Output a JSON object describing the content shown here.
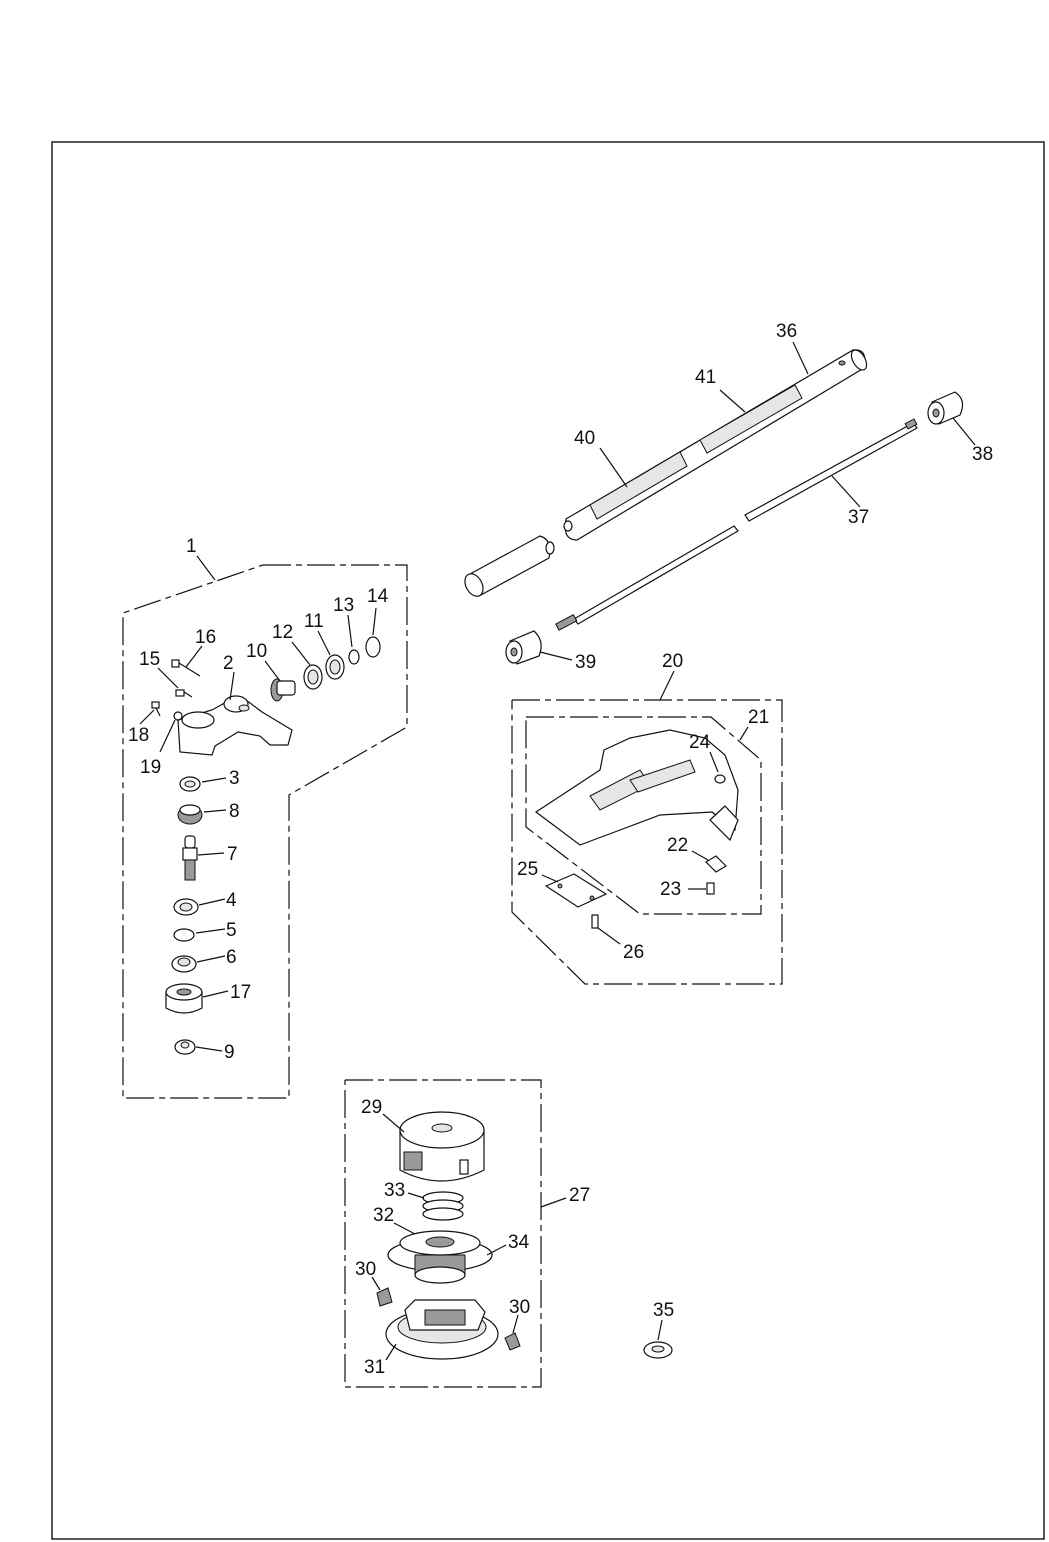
{
  "callouts": {
    "c1": "1",
    "c2": "2",
    "c3": "3",
    "c4": "4",
    "c5": "5",
    "c6": "6",
    "c7": "7",
    "c8": "8",
    "c9": "9",
    "c10": "10",
    "c11": "11",
    "c12": "12",
    "c13": "13",
    "c14": "14",
    "c15": "15",
    "c16": "16",
    "c17": "17",
    "c18": "18",
    "c19": "19",
    "c20": "20",
    "c21": "21",
    "c22": "22",
    "c23": "23",
    "c24": "24",
    "c25": "25",
    "c26": "26",
    "c27": "27",
    "c29": "29",
    "c30a": "30",
    "c30b": "30",
    "c31": "31",
    "c32": "32",
    "c33": "33",
    "c34": "34",
    "c35": "35",
    "c36": "36",
    "c37": "37",
    "c38": "38",
    "c39": "39",
    "c40": "40",
    "c41": "41"
  }
}
